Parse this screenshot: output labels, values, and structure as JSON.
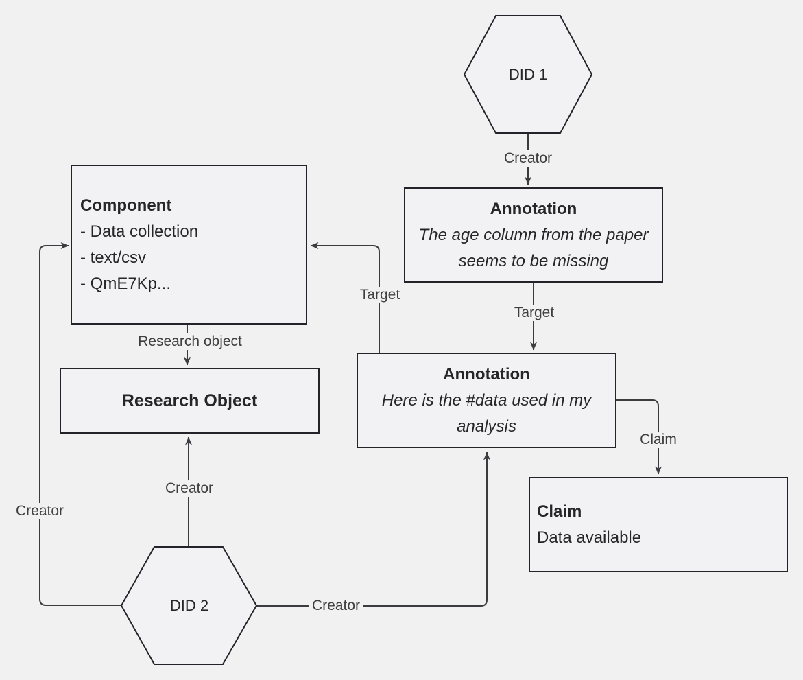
{
  "diagram": {
    "nodes": {
      "did1": {
        "label": "DID 1"
      },
      "annotation1": {
        "title": "Annotation",
        "body": "The age column from the paper seems to be missing"
      },
      "component": {
        "title": "Component",
        "items": [
          "- Data collection",
          "- text/csv",
          "- QmE7Kp..."
        ]
      },
      "research_object": {
        "title": "Research Object"
      },
      "annotation2": {
        "title": "Annotation",
        "body": "Here is the #data used in my analysis"
      },
      "claim": {
        "title": "Claim",
        "body": "Data available"
      },
      "did2": {
        "label": "DID 2"
      }
    },
    "edges": {
      "did1_to_annotation1": {
        "label": "Creator"
      },
      "annotation1_to_annotation2": {
        "label": "Target"
      },
      "annotation2_to_component": {
        "label": "Target"
      },
      "component_to_research_object": {
        "label": "Research object"
      },
      "did2_to_research_object": {
        "label": "Creator"
      },
      "did2_to_component": {
        "label": "Creator"
      },
      "did2_to_annotation2": {
        "label": "Creator"
      },
      "annotation2_to_claim": {
        "label": "Claim"
      }
    },
    "colors": {
      "background": "#f1f1f2",
      "shape_fill": "#f2f2f4",
      "shape_border": "#23232a",
      "line": "#3c3c40",
      "text": "#262626",
      "label_text": "#3f3f3f"
    }
  }
}
